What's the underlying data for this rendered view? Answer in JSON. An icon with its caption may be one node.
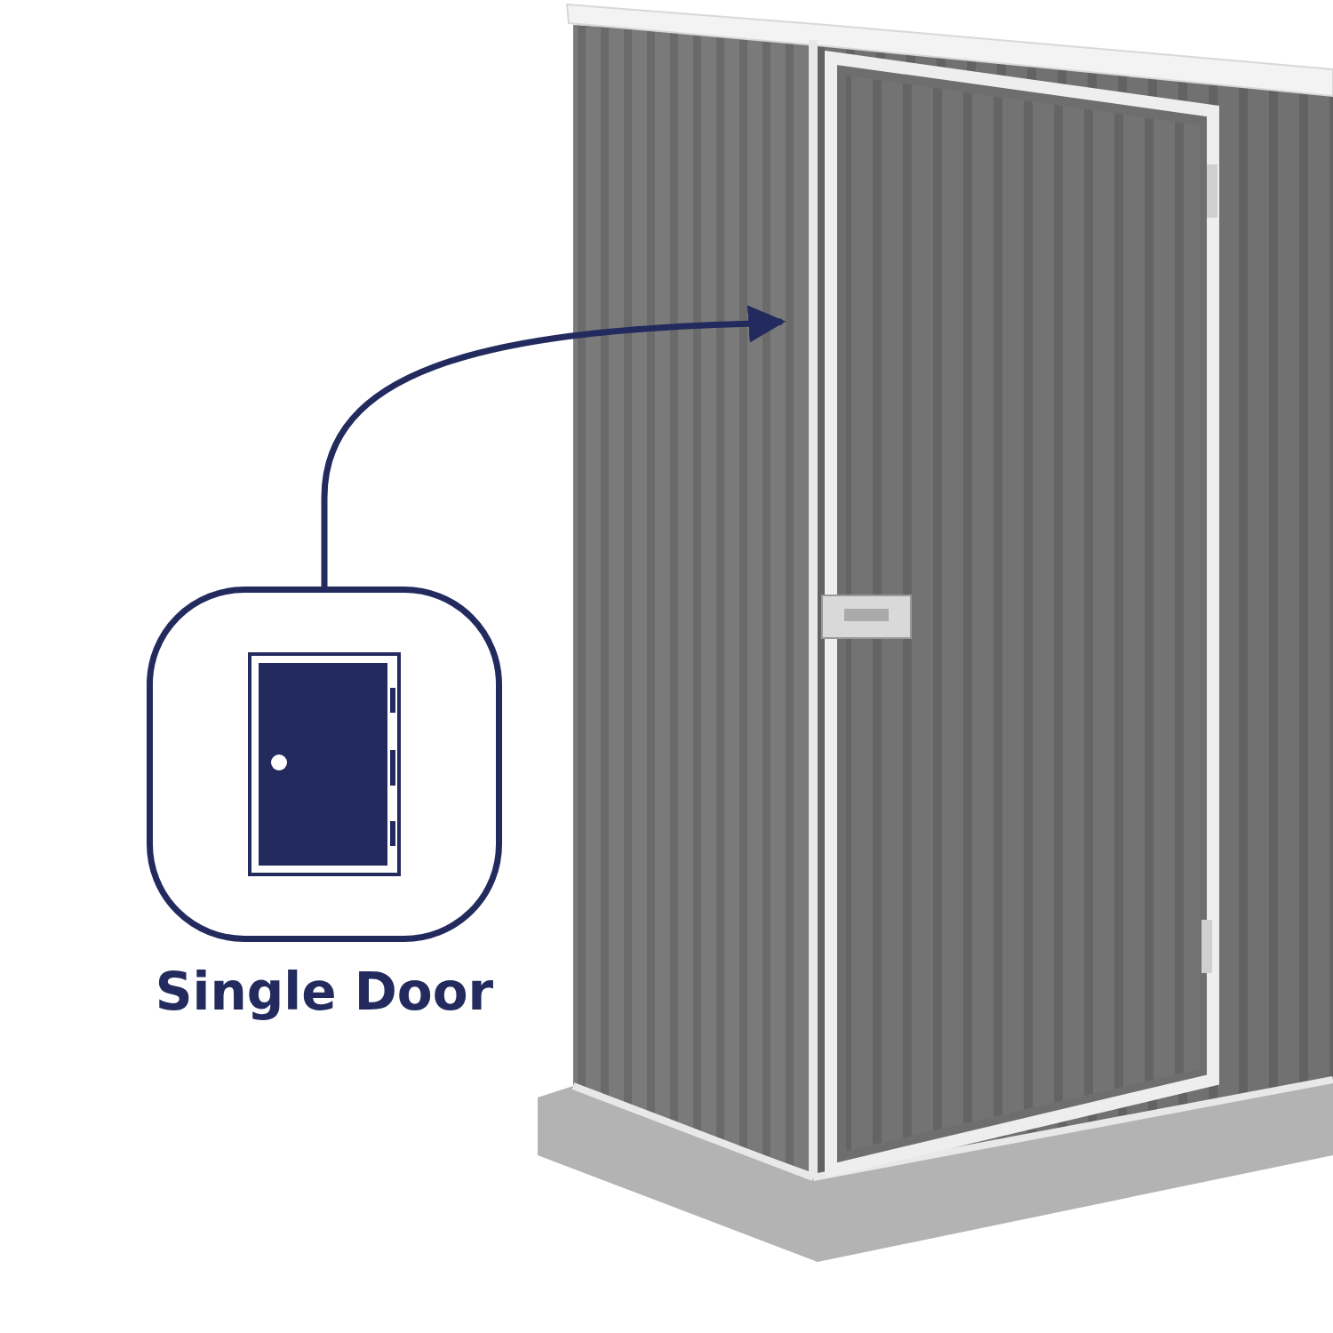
{
  "diagram": {
    "nodes": [
      {
        "text": [
          "Single Door"
        ]
      },
      {
        "text": [],
        "shape": "picture"
      }
    ],
    "edges": [
      {
        "from": 0,
        "to": 1,
        "arrow": "to"
      }
    ]
  }
}
